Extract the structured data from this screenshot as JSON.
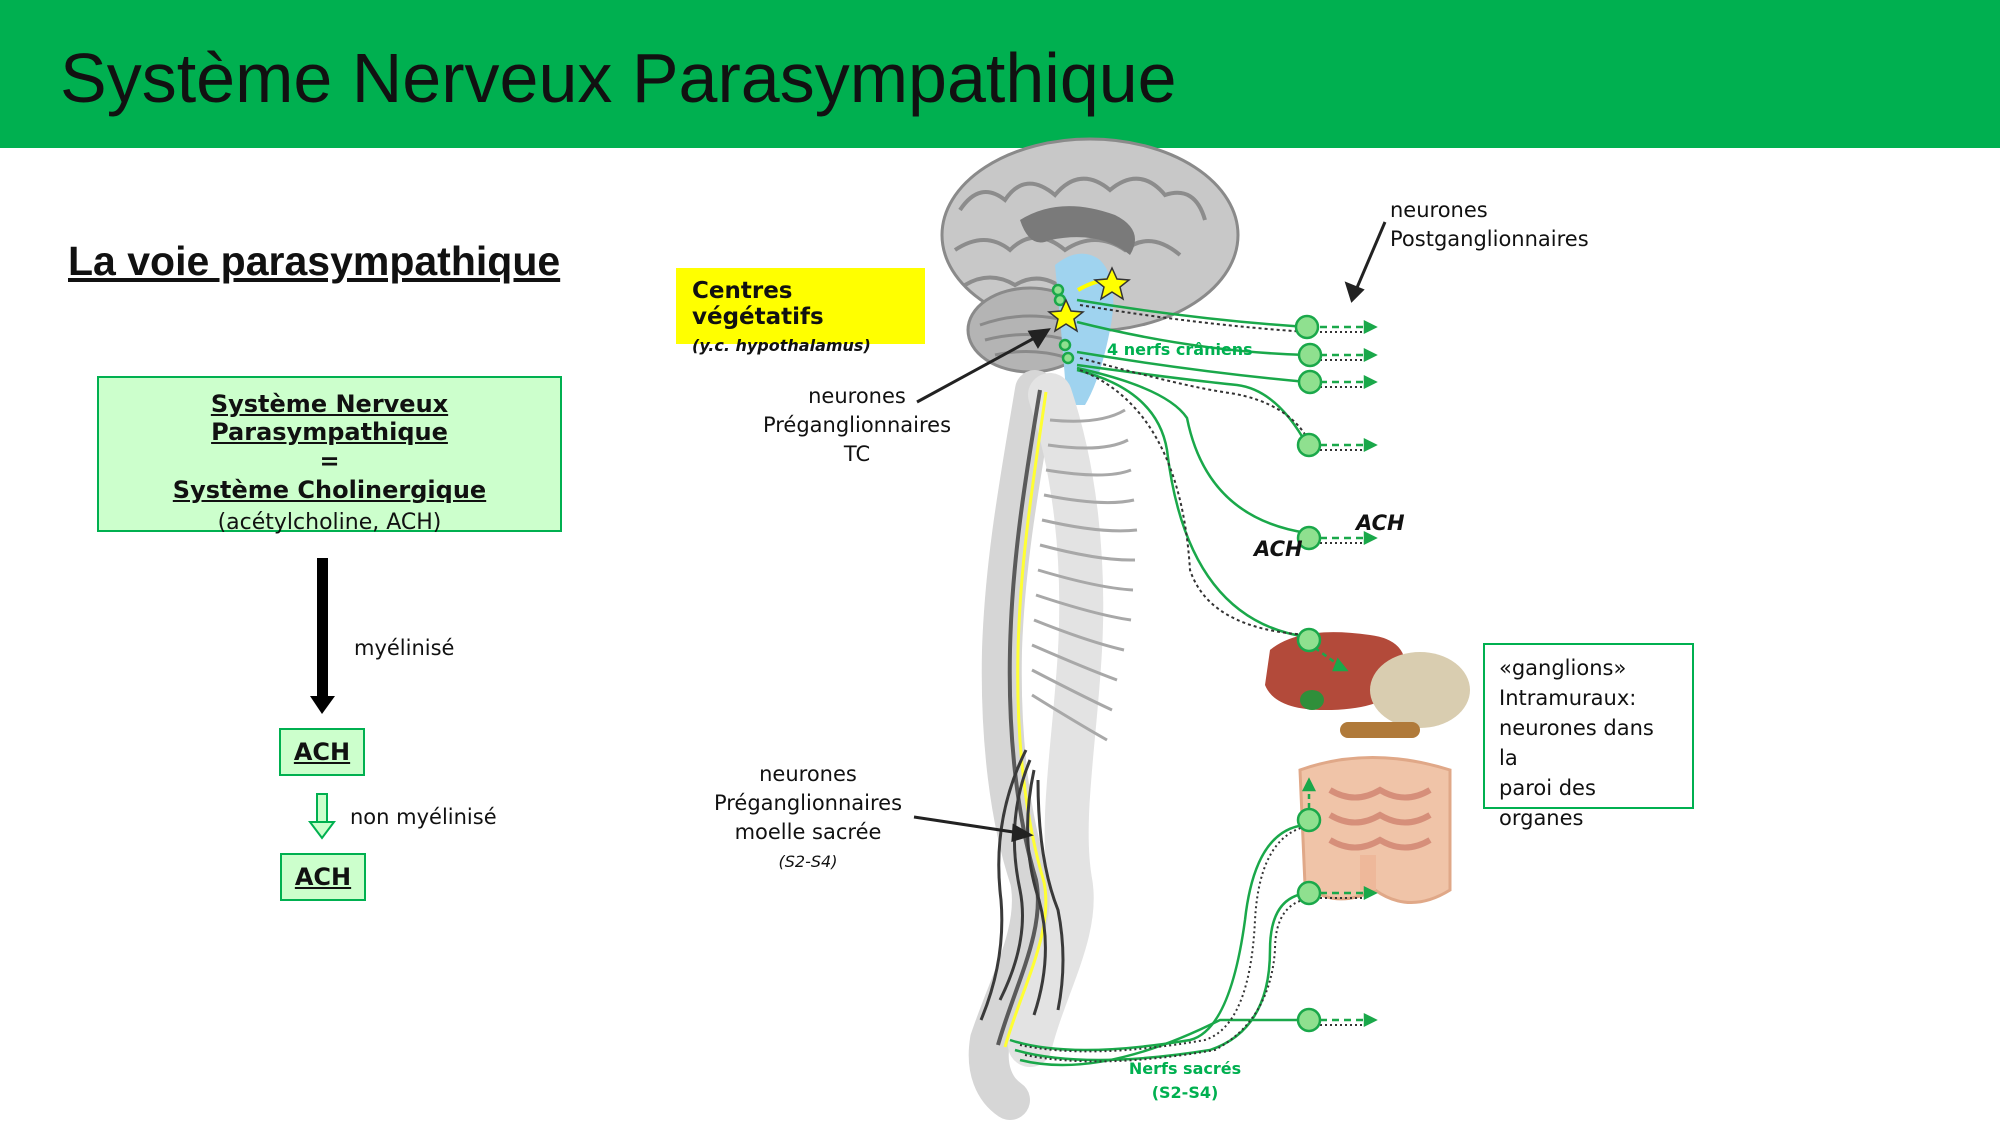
{
  "header": {
    "title": "Système Nerveux Parasympathique"
  },
  "section_title": "La voie parasympathique",
  "definition_box": {
    "line1": "Système Nerveux Parasympathique",
    "line2": "=",
    "line3": "Système Cholinergique",
    "line4": "(acétylcholine, ACH)"
  },
  "flow": {
    "ach_top": "ACH",
    "ach_bottom": "ACH",
    "label_myelinated": "myélinisé",
    "label_unmyelinated": "non myélinisé"
  },
  "centres": {
    "title": "Centres végétatifs",
    "subtitle": "(y.c. hypothalamus)"
  },
  "labels": {
    "post_line1": "neurones",
    "post_line2": "Postganglionnaires",
    "pre_tc_line1": "neurones",
    "pre_tc_line2": "Préganglionnaires",
    "pre_tc_line3": "TC",
    "pre_sac_line1": "neurones",
    "pre_sac_line2": "Préganglionnaires",
    "pre_sac_line3": "moelle sacrée",
    "pre_sac_line4": "(S2-S4)",
    "cranial_nerves": "4 nerfs crâniens",
    "ach_1": "ACH",
    "ach_2": "ACH",
    "sacral_nerves_line1": "Nerfs sacrés",
    "sacral_nerves_line2": "(S2-S4)"
  },
  "ganglion_box": {
    "line1": "«ganglions»",
    "line2": "Intramuraux:",
    "line3": "neurones dans la",
    "line4": "paroi des organes"
  },
  "colors": {
    "header_green": "#00b050",
    "box_fill": "#ccffcc",
    "highlight_yellow": "#ffff00",
    "nerve_green": "#1aa84a"
  }
}
